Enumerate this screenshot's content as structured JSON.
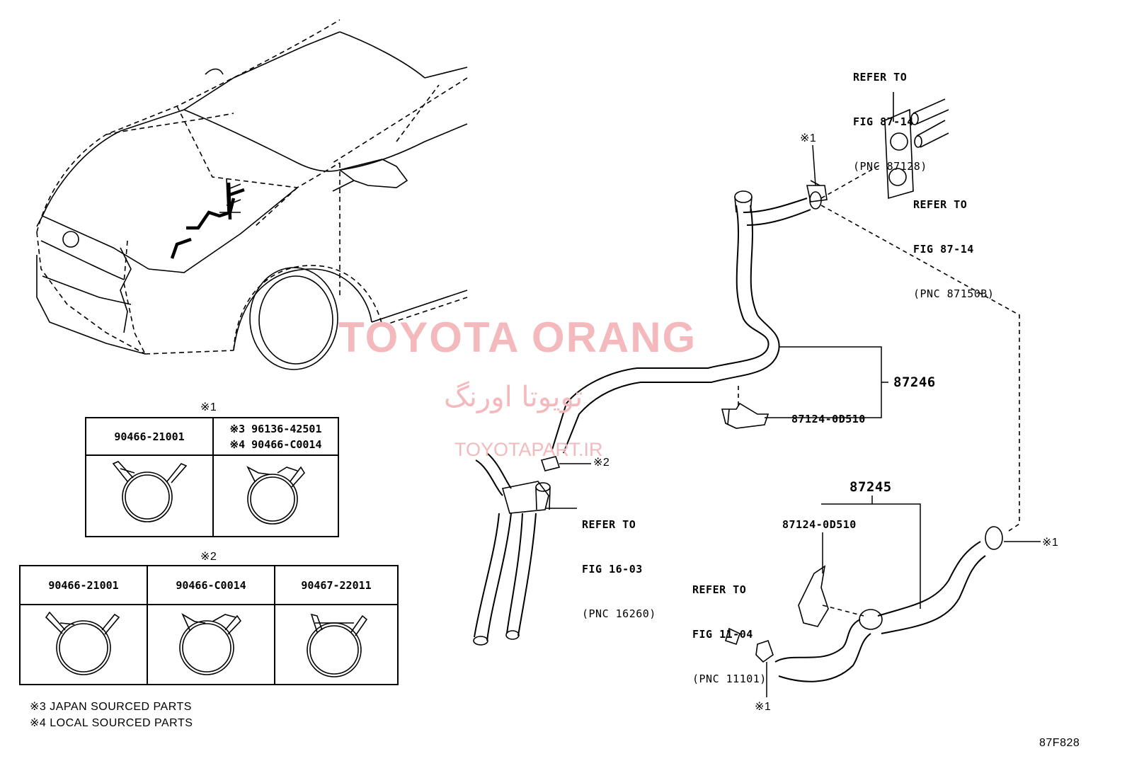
{
  "watermark": {
    "brand": "TOYOTA ORANG",
    "brand_fa": "تویوتا اورنگ",
    "site": "TOYOTAPART.IR"
  },
  "callouts": {
    "refer_top": [
      "REFER TO",
      "FIG 87-14",
      "(PNC 87128)"
    ],
    "refer_right": [
      "REFER TO",
      "FIG 87-14",
      "(PNC 87150B)"
    ],
    "refer_mid": [
      "REFER TO",
      "FIG 16-03",
      "(PNC 16260)"
    ],
    "refer_low": [
      "REFER TO",
      "FIG 11-04",
      "(PNC 11101)"
    ],
    "part_87246": "87246",
    "part_87245": "87245",
    "part_87124_a": "87124-0D510",
    "part_87124_b": "87124-0D510",
    "mark1_top": "※1",
    "mark2_mid": "※2",
    "mark1_right": "※1",
    "mark1_bottom": "※1"
  },
  "table1": {
    "mark": "※1",
    "col1": "90466-21001",
    "col2_line1": "※3 96136-42501",
    "col2_line2": "※4 90466-C0014"
  },
  "table2": {
    "mark": "※2",
    "col1": "90466-21001",
    "col2": "90466-C0014",
    "col3": "90467-22011"
  },
  "notes": {
    "note3": "※3 JAPAN SOURCED PARTS",
    "note4": "※4 LOCAL SOURCED PARTS"
  },
  "figure_code": "87F828"
}
